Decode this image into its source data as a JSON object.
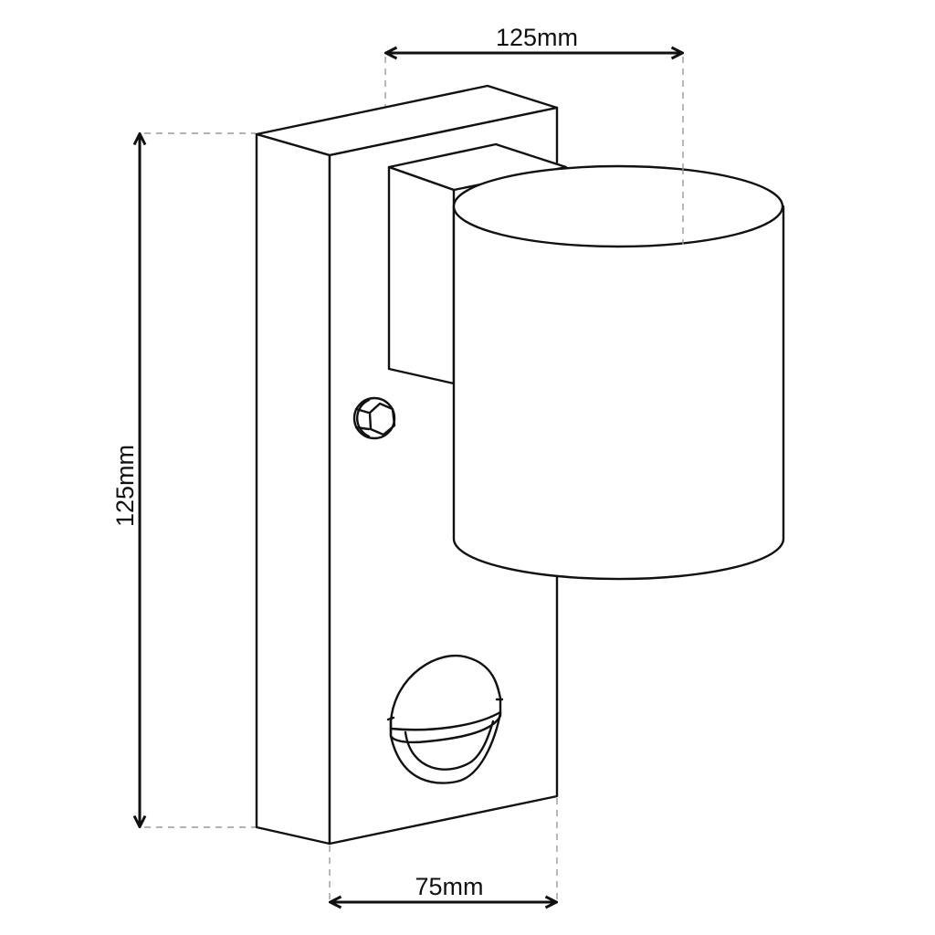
{
  "diagram": {
    "subject": "wall light with motion sensor",
    "dimensions": {
      "depth": {
        "label": "125mm",
        "orientation": "horizontal",
        "position": "top"
      },
      "height": {
        "label": "125mm",
        "orientation": "vertical",
        "position": "left"
      },
      "width": {
        "label": "75mm",
        "orientation": "horizontal",
        "position": "bottom"
      }
    },
    "parts": [
      "backplate",
      "connector-arm",
      "cylinder-lamp-head",
      "adjustment-screw",
      "pir-motion-sensor"
    ],
    "colors": {
      "line": "#111111",
      "extension_line": "#9a9a9a",
      "background": "#ffffff"
    }
  }
}
